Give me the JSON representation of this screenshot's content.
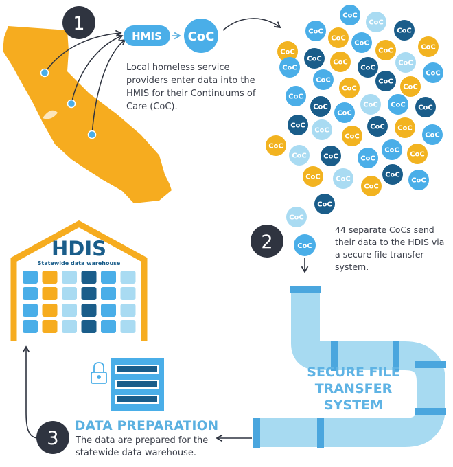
{
  "step1": {
    "number": "1",
    "hmis_label": "HMIS",
    "coc_label": "CoC",
    "caption": "Local homeless service providers enter data into the HMIS for their Continuums of Care (CoC)."
  },
  "coc_cluster": {
    "label": "CoC",
    "colors": {
      "dark": "#1a5d8a",
      "mid": "#4aaee8",
      "light": "#a9dbf2",
      "gold": "#f2b320"
    }
  },
  "step2": {
    "number": "2",
    "coc_label": "CoC",
    "caption": "44 separate CoCs send their data to the HDIS via a secure file transfer system."
  },
  "pipe": {
    "line1": "SECURE FILE",
    "line2": "TRANSFER",
    "line3": "SYSTEM"
  },
  "hdis": {
    "title": "HDIS",
    "subtitle": "Statewide data warehouse"
  },
  "step3": {
    "number": "3",
    "title": "DATA PREPARATION",
    "caption": "The data are prepared for the statewide data warehouse."
  },
  "icons": [
    "lock-icon",
    "server-stack-icon"
  ],
  "colors": {
    "state": "#f6ac1f",
    "badge": "#2f3440",
    "accent": "#5bb0e0",
    "pipe_light": "#a7daf1",
    "pipe_band": "#4aa6de",
    "text": "#3b3f4a"
  }
}
